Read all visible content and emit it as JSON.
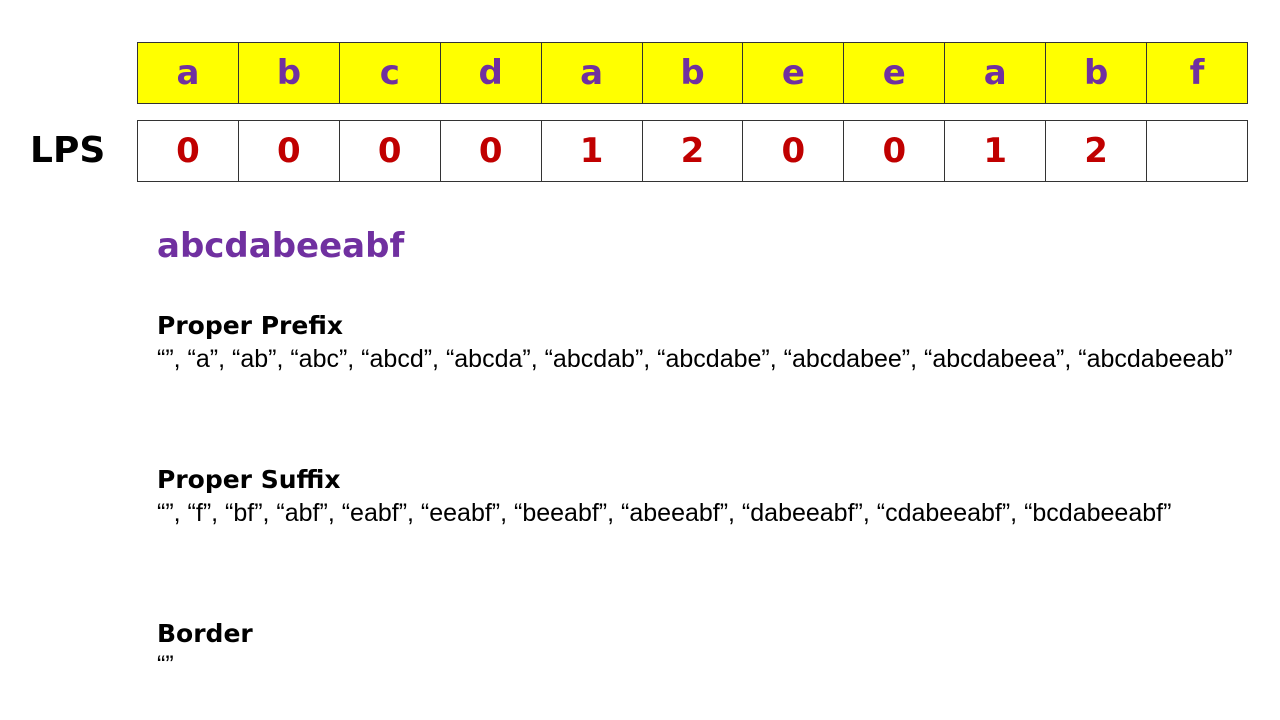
{
  "chars": [
    "a",
    "b",
    "c",
    "d",
    "a",
    "b",
    "e",
    "e",
    "a",
    "b",
    "f"
  ],
  "lps_label": "LPS",
  "lps": [
    "0",
    "0",
    "0",
    "0",
    "1",
    "2",
    "0",
    "0",
    "1",
    "2",
    ""
  ],
  "pattern": "abcdabeeabf",
  "sections": {
    "prefix": {
      "title": "Proper Prefix",
      "body": "“”, “a”, “ab”, “abc”, “abcd”, “abcda”, “abcdab”, “abcdabe”, “abcdabee”, “abcdabeea”, “abcdabeeab”"
    },
    "suffix": {
      "title": "Proper Suffix",
      "body": "“”, “f”, “bf”, “abf”, “eabf”, “eeabf”, “beeabf”, “abeeabf”, “dabeeabf”, “cdabeeabf”, “bcdabeeabf”"
    },
    "border": {
      "title": "Border",
      "body": "“”"
    }
  },
  "colors": {
    "char_cell_bg": "#ffff00",
    "char_text": "#7030a0",
    "lps_text": "#c00000",
    "pattern_text": "#7030a0"
  }
}
